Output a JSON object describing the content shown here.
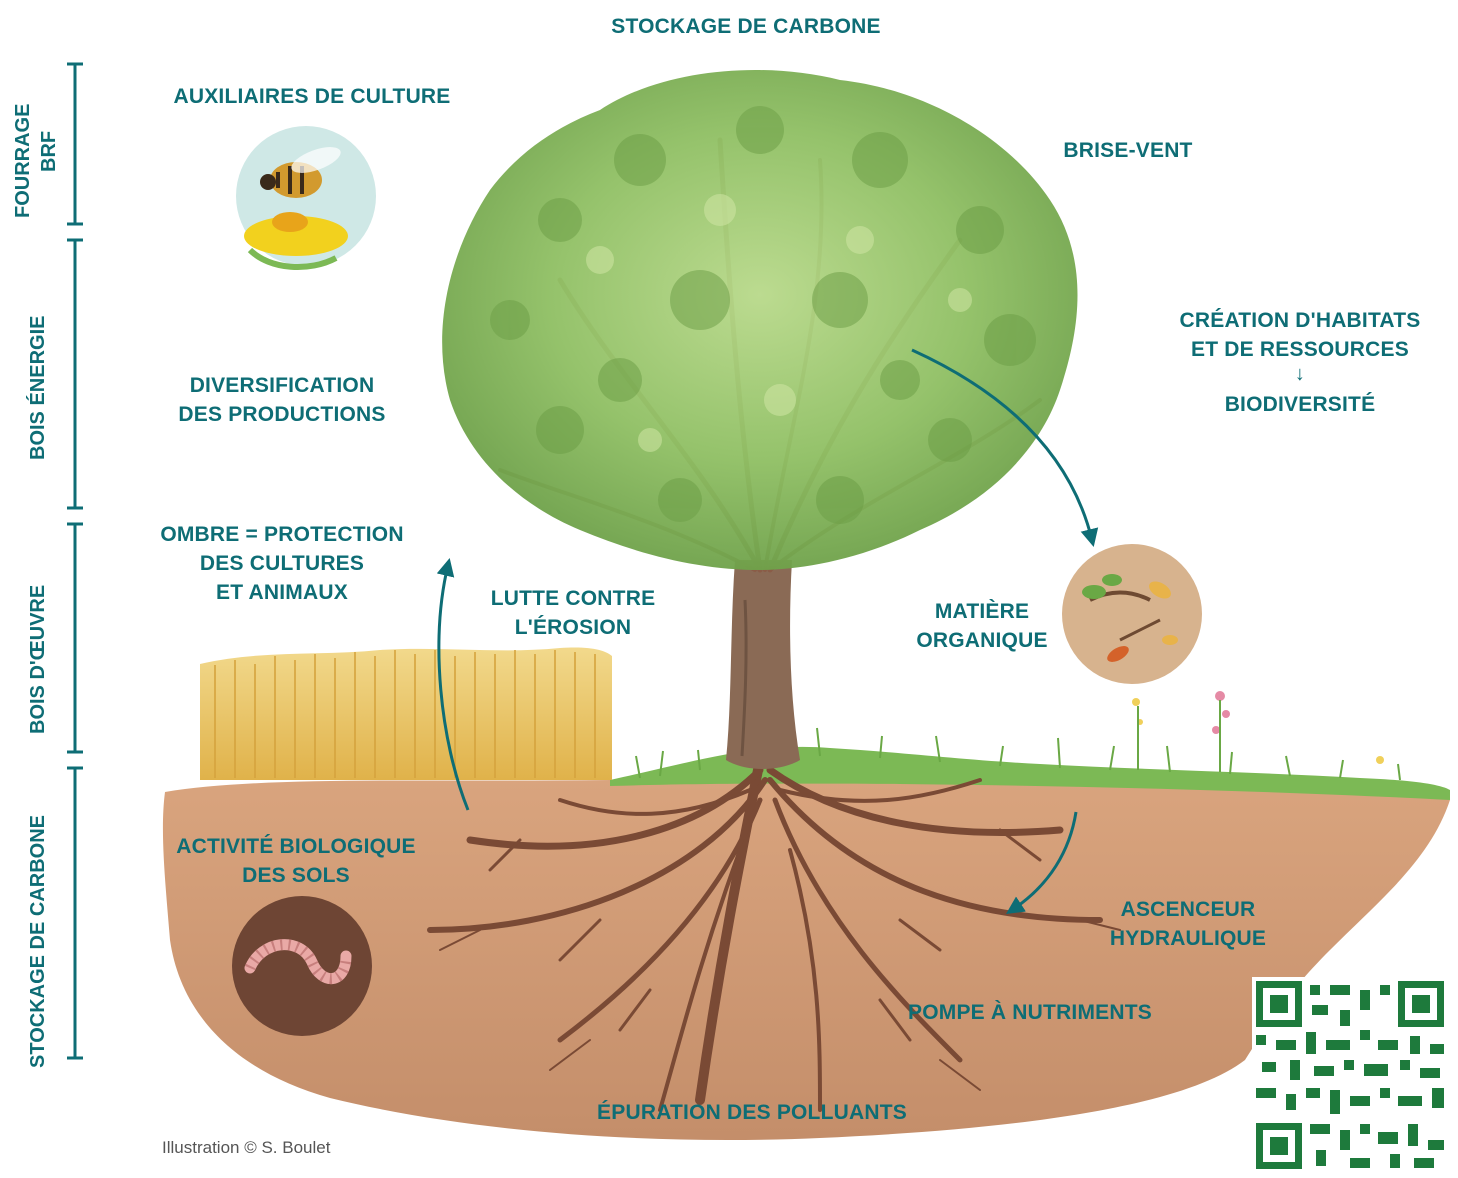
{
  "colors": {
    "text": "#0e6d75",
    "soil": "#c99570",
    "foliage": "#8fbf63",
    "trunk": "#8a6a55",
    "wheat": "#e8c058",
    "grass": "#7cb955",
    "qr": "#1e7a3c"
  },
  "scale": {
    "fourrage": "FOURRAGE",
    "brf": "BRF",
    "bois_energie": "BOIS ÉNERGIE",
    "bois_oeuvre": "BOIS D'ŒUVRE",
    "stockage": "STOCKAGE DE CARBONE"
  },
  "labels": {
    "top_title": "STOCKAGE DE CARBONE",
    "auxiliaires": "AUXILIAIRES DE CULTURE",
    "brise_vent": "BRISE-VENT",
    "habitats_1": "CRÉATION D'HABITATS",
    "habitats_2": "ET DE RESSOURCES",
    "biodiversite": "BIODIVERSITÉ",
    "diversification_1": "DIVERSIFICATION",
    "diversification_2": "DES PRODUCTIONS",
    "ombre_1": "OMBRE = PROTECTION",
    "ombre_2": "DES CULTURES",
    "ombre_3": "ET ANIMAUX",
    "erosion_1": "LUTTE CONTRE",
    "erosion_2": "L'ÉROSION",
    "matiere_1": "MATIÈRE",
    "matiere_2": "ORGANIQUE",
    "activite_1": "ACTIVITÉ BIOLOGIQUE",
    "activite_2": "DES SOLS",
    "ascenceur_1": "ASCENCEUR",
    "ascenceur_2": "HYDRAULIQUE",
    "pompe": "POMPE À NUTRIMENTS",
    "epuration": "ÉPURATION DES POLLUANTS"
  },
  "credit": "Illustration © S. Boulet",
  "icons": {
    "bee": "bee-on-flower-icon",
    "leaves": "fallen-leaves-icon",
    "worm": "earthworm-icon",
    "qr": "qr-code-icon",
    "arrow_down": "↓"
  }
}
